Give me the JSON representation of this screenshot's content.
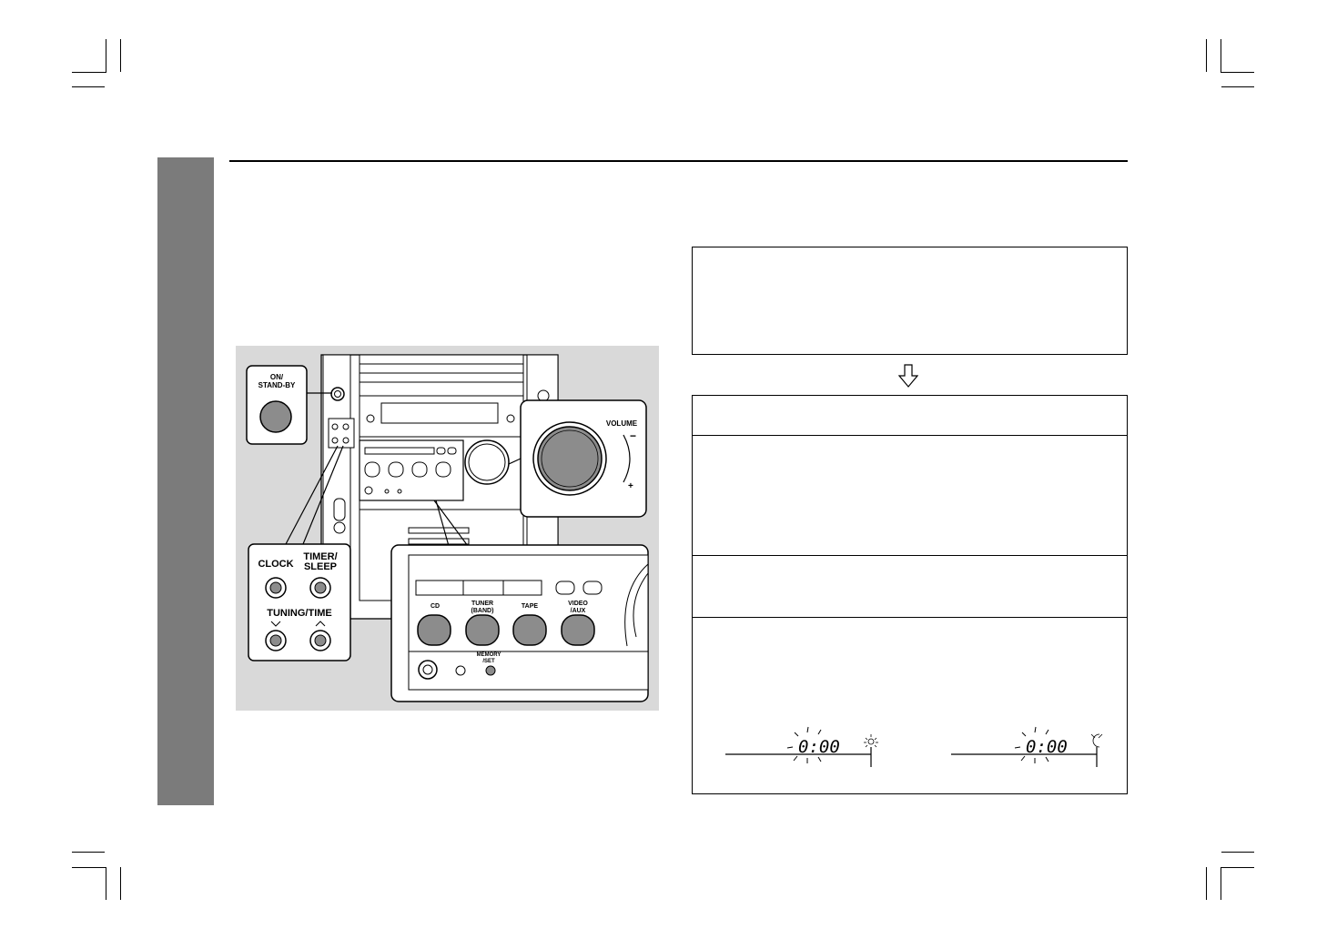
{
  "illustration": {
    "on_standby_label": [
      "ON/",
      "STAND-BY"
    ],
    "volume_label": "VOLUME",
    "volume_minus": "−",
    "volume_plus": "+",
    "clock_label": "CLOCK",
    "timer_sleep_label": [
      "TIMER/",
      "SLEEP"
    ],
    "tuning_time_label": "TUNING/TIME",
    "cd_label": "CD",
    "tuner_label": [
      "TUNER",
      "(BAND)"
    ],
    "tape_label": "TAPE",
    "video_aux_label": [
      "VIDEO",
      "/AUX"
    ],
    "memory_set_label": [
      "MEMORY",
      "/SET"
    ]
  },
  "steps": {
    "display_left": "0:00",
    "display_right": "0:00"
  },
  "colors": {
    "side_tab": "#7b7b7b",
    "illustration_bg": "#d9d9d9",
    "button_fill": "#8c8c8c"
  }
}
